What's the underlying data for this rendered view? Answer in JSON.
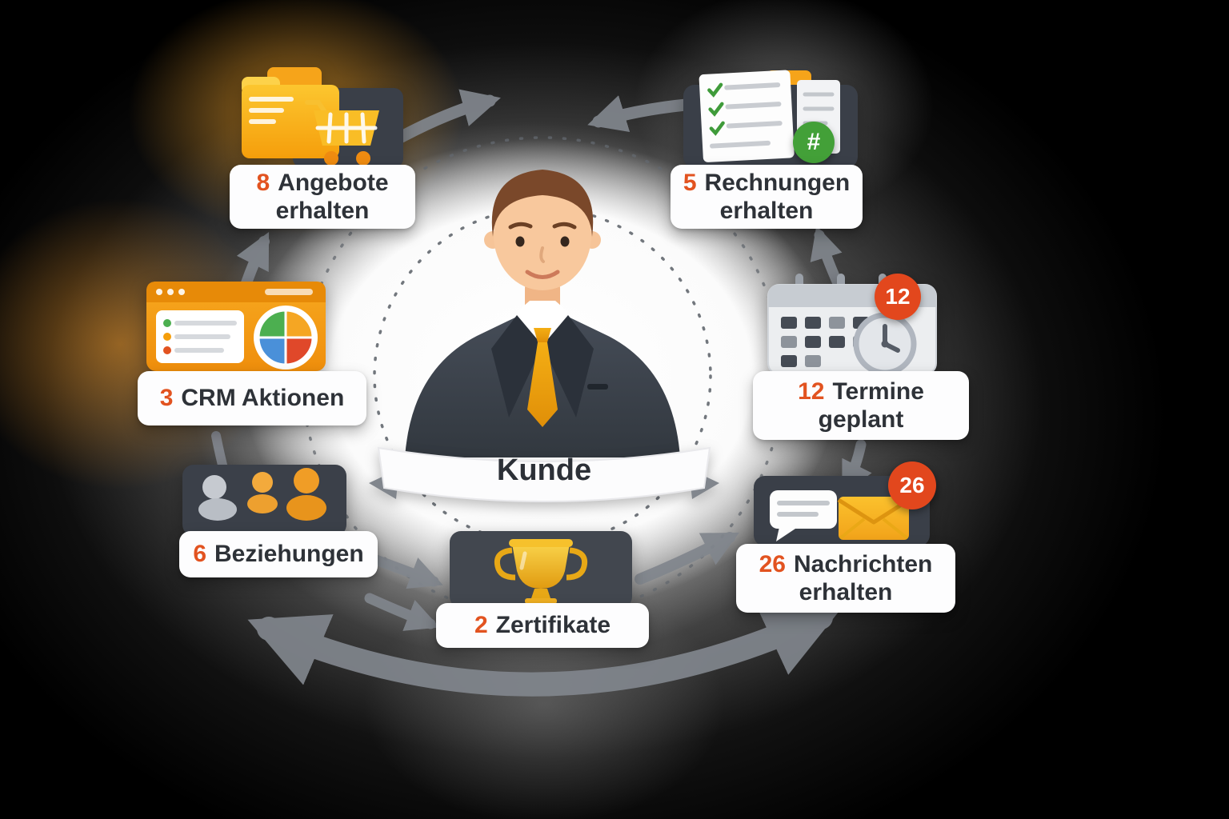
{
  "center": {
    "label": "Kunde"
  },
  "cards": {
    "angebote": {
      "number": "8",
      "line1": "Angebote",
      "line2": "erhalten"
    },
    "rechnungen": {
      "number": "5",
      "line1": "Rechnungen",
      "line2": "erhalten"
    },
    "crm": {
      "number": "3",
      "label": "CRM Aktionen"
    },
    "termine": {
      "number": "12",
      "line1": "Termine",
      "line2": "geplant"
    },
    "beziehungen": {
      "number": "6",
      "label": "Beziehungen"
    },
    "nachrichten": {
      "number": "26",
      "line1": "Nachrichten",
      "line2": "erhalten"
    },
    "zertifikate": {
      "number": "2",
      "label": "Zertifikate"
    }
  },
  "badges": {
    "termine": "12",
    "nachrichten": "26",
    "rechnungen": "#"
  },
  "icons": {
    "offers": "folder-with-shopping-cart",
    "invoices": "checklist-document",
    "crm": "dashboard-window-pie-chart",
    "appointments": "calendar-with-clock",
    "relations": "people-group",
    "messages": "chat-bubble-envelope",
    "certificates": "trophy",
    "center": "businessman-portrait"
  },
  "colors": {
    "accent_orange": "#e25320",
    "badge_red": "#e2471d",
    "badge_green": "#43a038",
    "icon_dark": "#3a3f48",
    "arrow_gray": "#81868d",
    "tie_yellow": "#f2a71b"
  }
}
